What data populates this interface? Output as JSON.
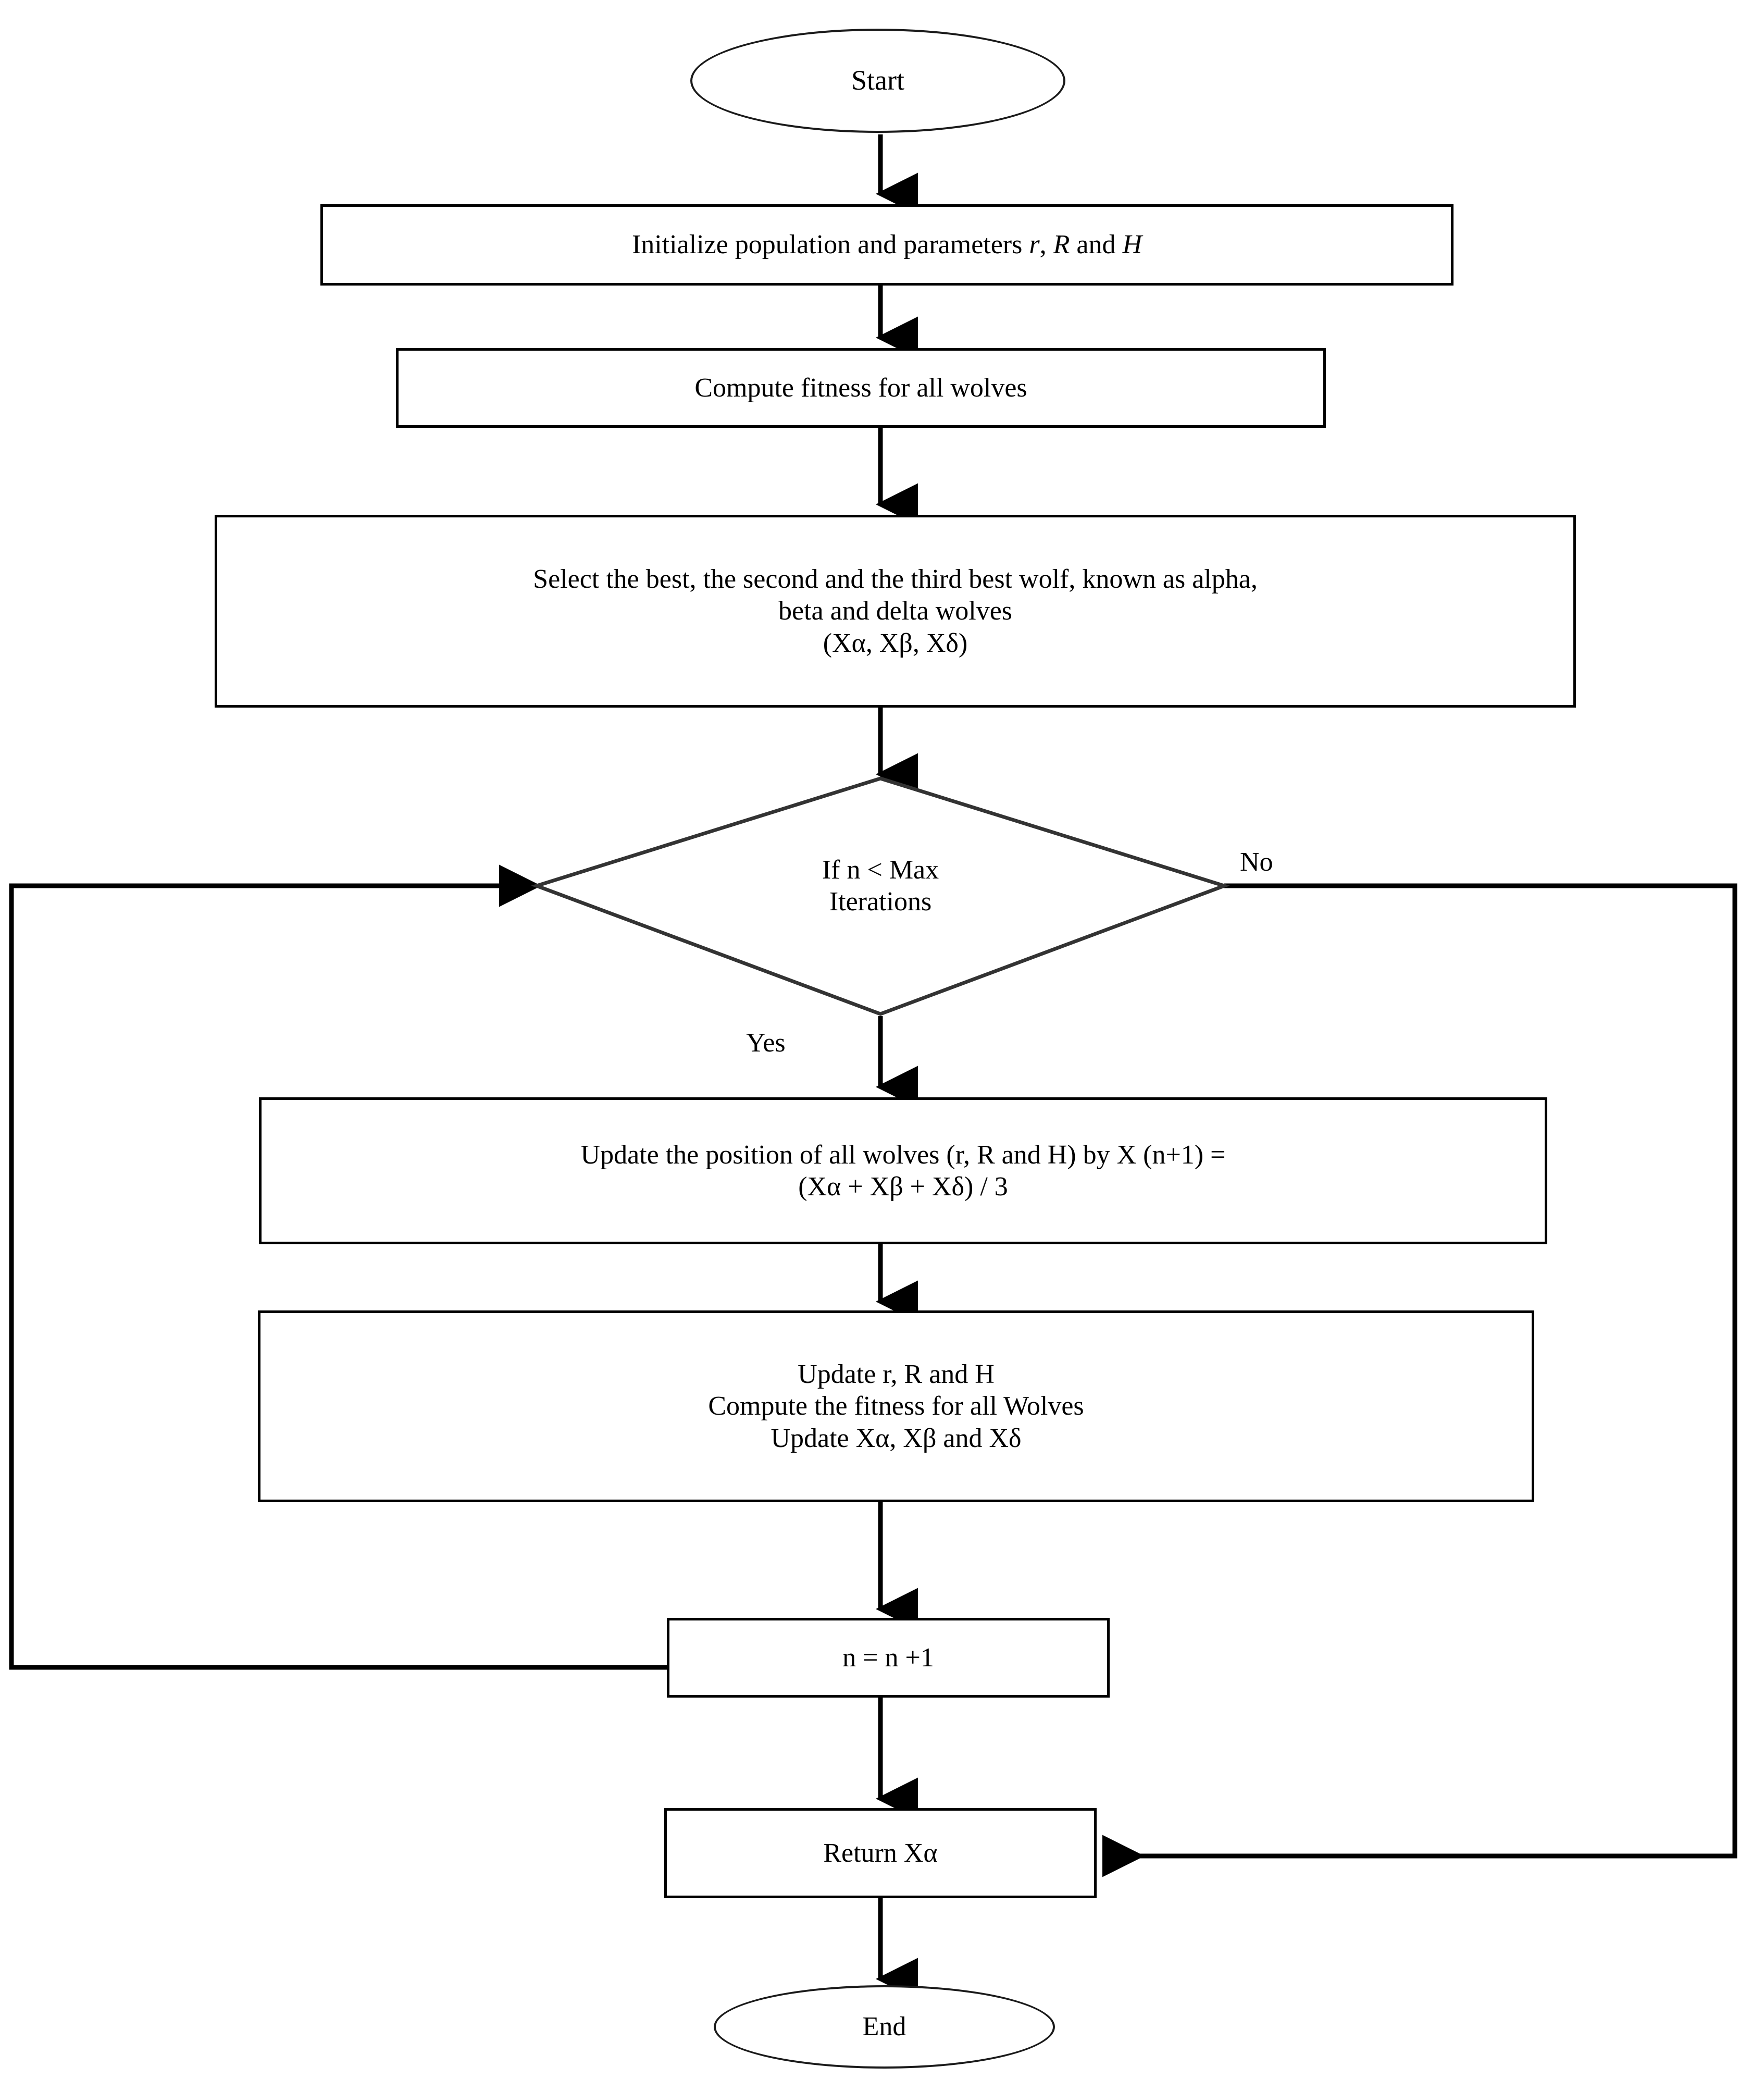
{
  "diagram": {
    "type": "flowchart",
    "title": "Grey Wolf Optimizer algorithm flowchart",
    "line_color": "#000000",
    "background": "#ffffff"
  },
  "nodes": {
    "start": {
      "shape": "ellipse",
      "label": "Start"
    },
    "initialize": {
      "shape": "process",
      "label_prefix": "Initialize population and parameters ",
      "label_r": "r",
      "label_sep1": ", ",
      "label_R": "R",
      "label_and": " and ",
      "label_H": "H"
    },
    "compute_fitness": {
      "shape": "process",
      "label": "Compute fitness for all wolves"
    },
    "select_best": {
      "shape": "process",
      "line1": "Select the best, the second and the third best wolf, known as alpha,",
      "line2": "beta and delta wolves",
      "line3": "(Xα, Xβ, Xδ)"
    },
    "decision": {
      "shape": "diamond",
      "line1": "If n < Max",
      "line2": "Iterations"
    },
    "update_position": {
      "shape": "process",
      "line1": "Update the position of all wolves (r, R and H) by X (n+1) =",
      "line2": "(Xα + Xβ + Xδ) / 3"
    },
    "update_params": {
      "shape": "process",
      "line1": "Update r, R and H",
      "line2": "Compute the fitness for all Wolves",
      "line3": "Update Xα, Xβ and Xδ"
    },
    "increment": {
      "shape": "process",
      "label": "n = n +1"
    },
    "return_alpha": {
      "shape": "process",
      "label": "Return Xα"
    },
    "end": {
      "shape": "ellipse",
      "label": "End"
    }
  },
  "edge_labels": {
    "no": "No",
    "yes": "Yes"
  }
}
